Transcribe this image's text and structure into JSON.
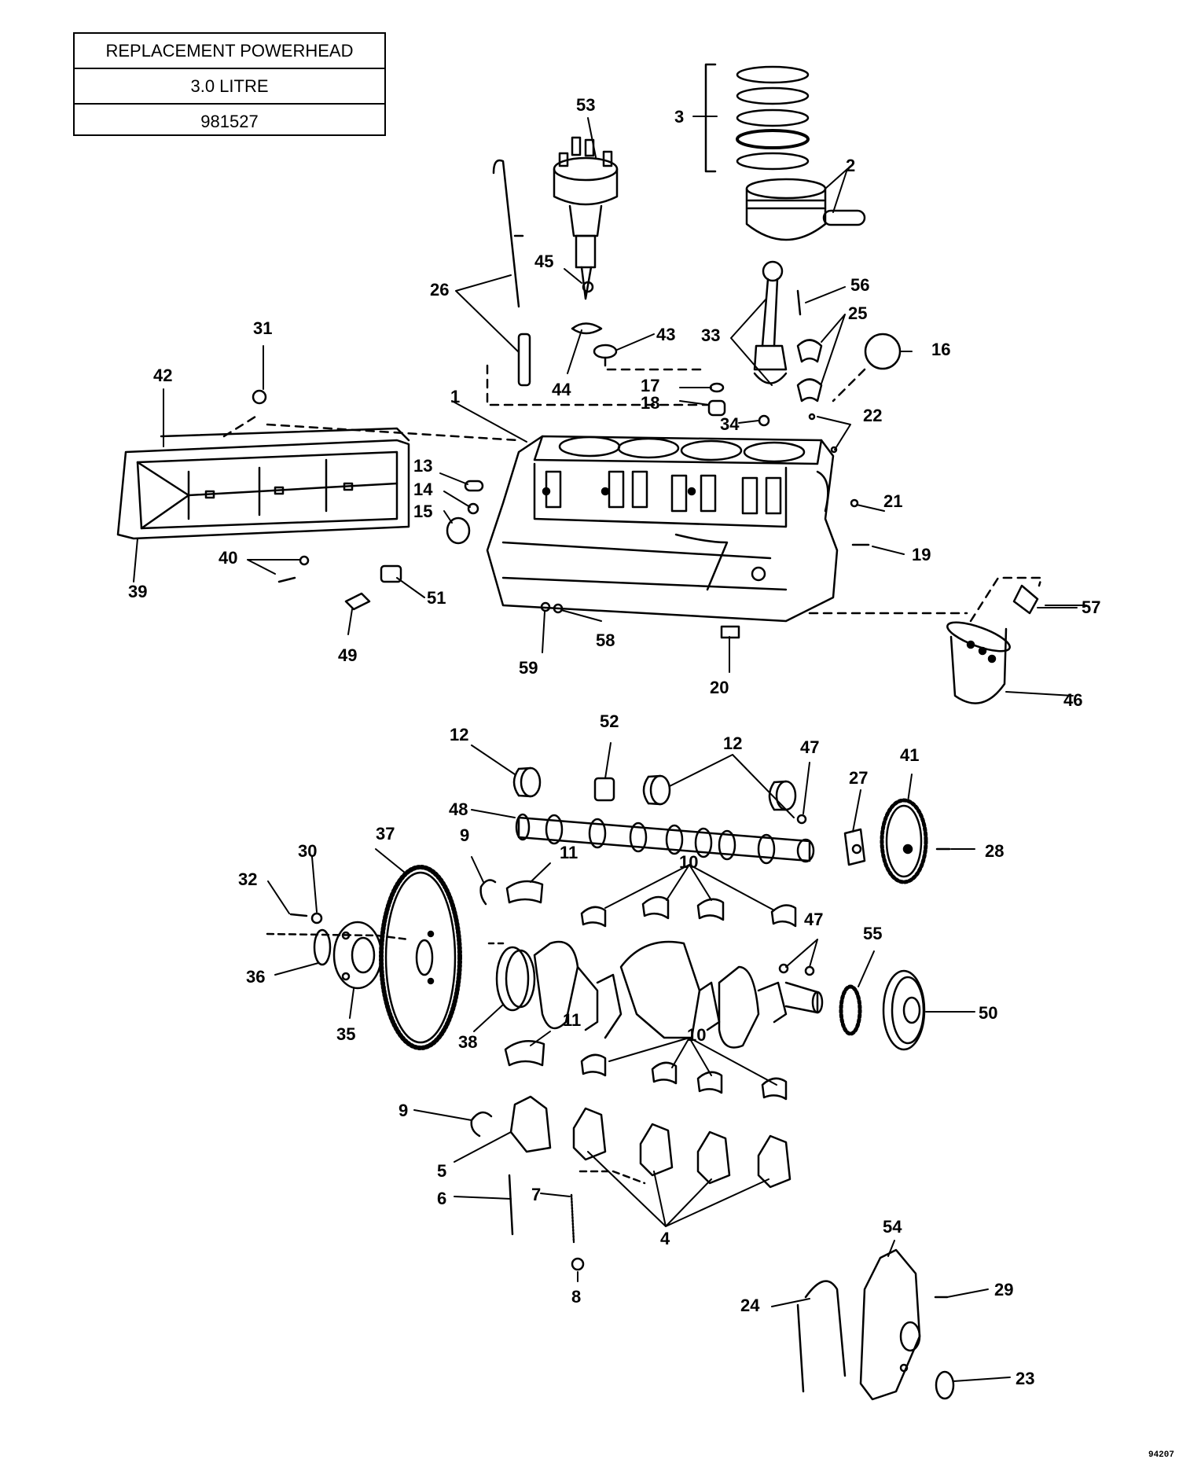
{
  "title_box": {
    "line1": "REPLACEMENT POWERHEAD",
    "line2": "3.0 LITRE",
    "line3": "981527"
  },
  "figure_code": "94207",
  "part_labels": [
    {
      "id": "1",
      "text": "1"
    },
    {
      "id": "2",
      "text": "2"
    },
    {
      "id": "3",
      "text": "3"
    },
    {
      "id": "4",
      "text": "4"
    },
    {
      "id": "5",
      "text": "5"
    },
    {
      "id": "6",
      "text": "6"
    },
    {
      "id": "7",
      "text": "7"
    },
    {
      "id": "8",
      "text": "8"
    },
    {
      "id": "9a",
      "text": "9"
    },
    {
      "id": "9b",
      "text": "9"
    },
    {
      "id": "10a",
      "text": "10"
    },
    {
      "id": "10b",
      "text": "10"
    },
    {
      "id": "11a",
      "text": "11"
    },
    {
      "id": "11b",
      "text": "11"
    },
    {
      "id": "12a",
      "text": "12"
    },
    {
      "id": "12b",
      "text": "12"
    },
    {
      "id": "13",
      "text": "13"
    },
    {
      "id": "14",
      "text": "14"
    },
    {
      "id": "15",
      "text": "15"
    },
    {
      "id": "16",
      "text": "16"
    },
    {
      "id": "17",
      "text": "17"
    },
    {
      "id": "18",
      "text": "18"
    },
    {
      "id": "19",
      "text": "19"
    },
    {
      "id": "20",
      "text": "20"
    },
    {
      "id": "21",
      "text": "21"
    },
    {
      "id": "22",
      "text": "22"
    },
    {
      "id": "23",
      "text": "23"
    },
    {
      "id": "24",
      "text": "24"
    },
    {
      "id": "25",
      "text": "25"
    },
    {
      "id": "26",
      "text": "26"
    },
    {
      "id": "27",
      "text": "27"
    },
    {
      "id": "28",
      "text": "28"
    },
    {
      "id": "29",
      "text": "29"
    },
    {
      "id": "30",
      "text": "30"
    },
    {
      "id": "31",
      "text": "31"
    },
    {
      "id": "32",
      "text": "32"
    },
    {
      "id": "33",
      "text": "33"
    },
    {
      "id": "34",
      "text": "34"
    },
    {
      "id": "35",
      "text": "35"
    },
    {
      "id": "36",
      "text": "36"
    },
    {
      "id": "37",
      "text": "37"
    },
    {
      "id": "38",
      "text": "38"
    },
    {
      "id": "39",
      "text": "39"
    },
    {
      "id": "40",
      "text": "40"
    },
    {
      "id": "41",
      "text": "41"
    },
    {
      "id": "42",
      "text": "42"
    },
    {
      "id": "43",
      "text": "43"
    },
    {
      "id": "44",
      "text": "44"
    },
    {
      "id": "45",
      "text": "45"
    },
    {
      "id": "46",
      "text": "46"
    },
    {
      "id": "47a",
      "text": "47"
    },
    {
      "id": "47b",
      "text": "47"
    },
    {
      "id": "48",
      "text": "48"
    },
    {
      "id": "49",
      "text": "49"
    },
    {
      "id": "50",
      "text": "50"
    },
    {
      "id": "51",
      "text": "51"
    },
    {
      "id": "52",
      "text": "52"
    },
    {
      "id": "53",
      "text": "53"
    },
    {
      "id": "54",
      "text": "54"
    },
    {
      "id": "55",
      "text": "55"
    },
    {
      "id": "56",
      "text": "56"
    },
    {
      "id": "57",
      "text": "57"
    },
    {
      "id": "58",
      "text": "58"
    },
    {
      "id": "59",
      "text": "59"
    }
  ]
}
